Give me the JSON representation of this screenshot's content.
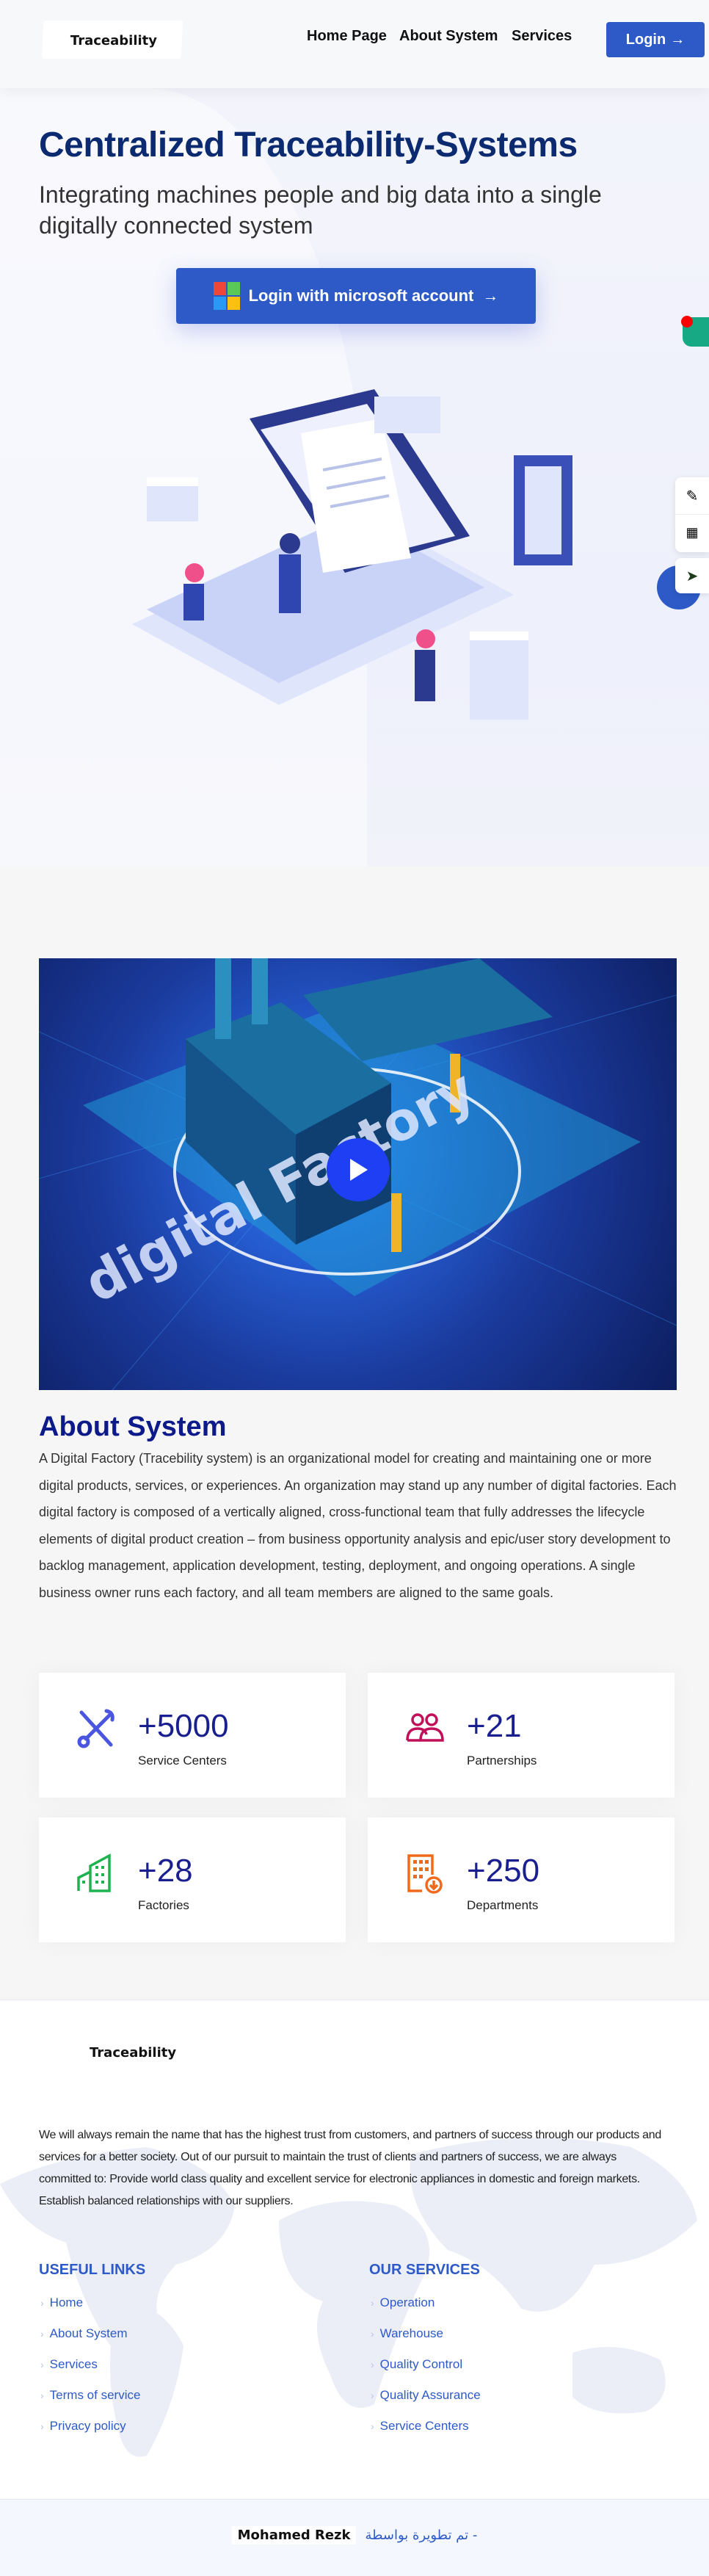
{
  "header": {
    "logo_text": "Traceability",
    "nav": [
      "Home Page",
      "About System",
      "Services"
    ],
    "login_label": "Login",
    "login_arrow": "→"
  },
  "hero": {
    "title": "Centralized Traceability-Systems",
    "subtitle": "Integrating machines people and big data into a single digitally connected system",
    "ms_button_label": "Login with microsoft account",
    "ms_arrow": "→"
  },
  "video": {
    "image_text": "digital Factory"
  },
  "about": {
    "title": "About System",
    "paragraph": "A Digital Factory (Tracebility system) is an organizational model for creating and maintaining one or more digital products, services, or experiences. An organization may stand up any number of digital factories. Each digital factory is composed of a vertically aligned, cross-functional team that fully addresses the lifecycle elements of digital product creation – from business opportunity analysis and epic/user story development to backlog management, application development, testing, deployment, and ongoing operations. A single business owner runs each factory, and all team members are aligned to the same goals."
  },
  "stats": [
    {
      "value": "+5000",
      "label": "Service Centers",
      "icon": "tools-icon",
      "color": "#4a55e0"
    },
    {
      "value": "+21",
      "label": "Partnerships",
      "icon": "people-icon",
      "color": "#c0105a"
    },
    {
      "value": "+28",
      "label": "Factories",
      "icon": "buildings-icon",
      "color": "#1fb34f"
    },
    {
      "value": "+250",
      "label": "Departments",
      "icon": "building-download-icon",
      "color": "#f06a1c"
    }
  ],
  "footer": {
    "logo_text": "Traceability",
    "paragraph": "We will always remain the name that has the highest trust from customers, and partners of success through our products and services for a better society. Out of our pursuit to maintain the trust of clients and partners of success, we are always committed to: Provide world class quality and excellent service for electronic appliances in domestic and foreign markets. Establish balanced relationships with our suppliers.",
    "useful_links_title": "USEFUL LINKS",
    "useful_links": [
      "Home",
      "About System",
      "Services",
      "Terms of service",
      "Privacy policy"
    ],
    "services_title": "OUR SERVICES",
    "services": [
      "Operation",
      "Warehouse",
      "Quality Control",
      "Quality Assurance",
      "Service Centers"
    ],
    "chevron": "›",
    "credit_name": "Mohamed Rezk",
    "credit_arabic": "- تم تطويرة بواسطة"
  },
  "colors": {
    "primary": "#2d5ac6",
    "title": "#0c2a70",
    "about_title": "#0d1a8a"
  }
}
